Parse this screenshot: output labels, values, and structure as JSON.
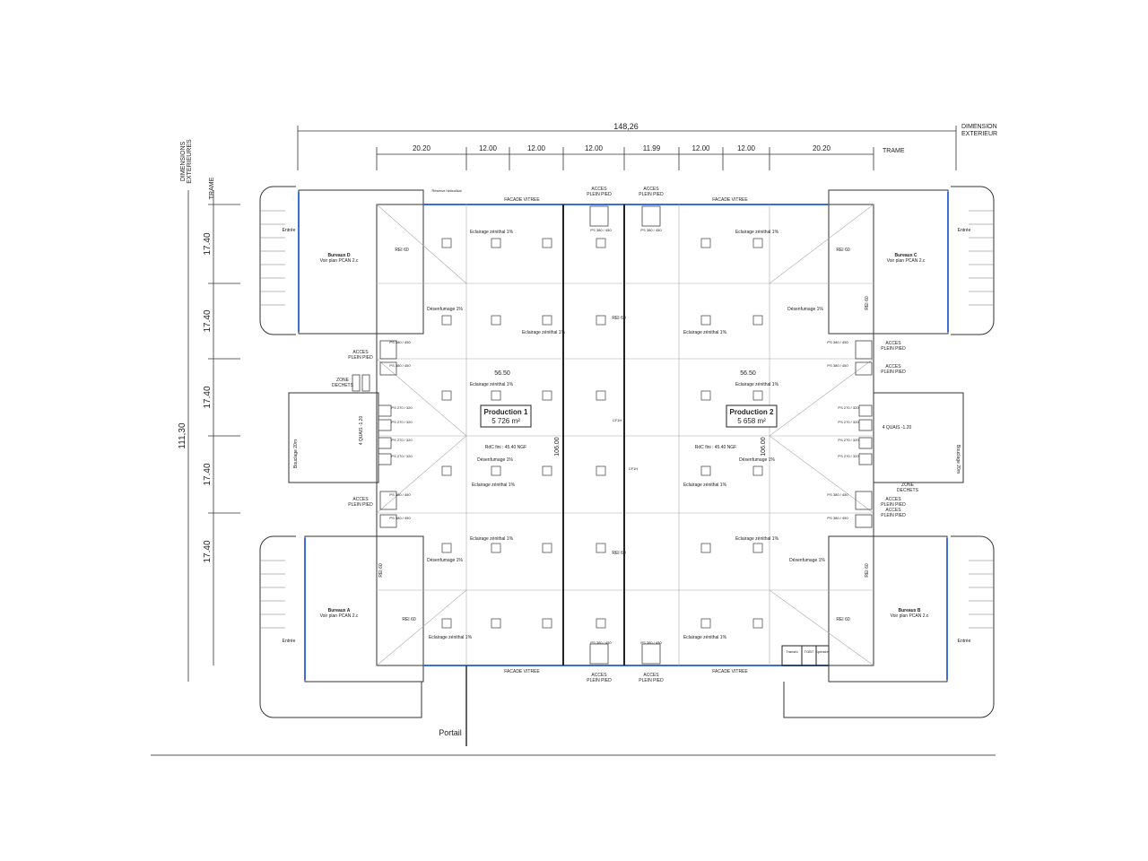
{
  "dims": {
    "overall_width": "148,26",
    "overall_label_1": "DIMENSION",
    "overall_label_2": "EXTERIEUR",
    "trame_label": "TRAME",
    "grid_x": [
      "20.20",
      "12.00",
      "12.00",
      "12.00",
      "11.99",
      "12.00",
      "12.00",
      "20.20"
    ],
    "overall_height": "111,30",
    "left_label_1": "DIMENSIONS",
    "left_label_2": "EXTERIEURES",
    "left_trame": "TRAME",
    "grid_y": [
      "17.40",
      "17.40",
      "17.40",
      "17.40",
      "17.40"
    ],
    "inner_width_left": "56.50",
    "inner_width_right": "56.50",
    "inner_height_left": "106.00",
    "inner_height_right": "106.00"
  },
  "offices": {
    "a": {
      "title": "Bureaux A",
      "sub": "Voir plan PCAN 2.c"
    },
    "b": {
      "title": "Bureaux B",
      "sub": "Voir plan PCAN 2.c"
    },
    "c": {
      "title": "Bureaux C",
      "sub": "Voir plan PCAN 2.c"
    },
    "d": {
      "title": "Bureaux D",
      "sub": "Voir plan PCAN 2.c"
    }
  },
  "production": {
    "p1_title": "Production 1",
    "p1_area": "5 726 m²",
    "p2_title": "Production 2",
    "p2_area": "5 658 m²",
    "rdc": "RdC fini : 45.40 NGF"
  },
  "labels": {
    "facade": "FACADE VITREE",
    "acces": "ACCES",
    "plein_pied": "PLEIN PIED",
    "eclairage": "Eclairage zénithal 1%",
    "desenfumage": "Désenfumage 1%",
    "rei": "REI 60",
    "ps_380": "PS 380 / 450",
    "ps_270": "PS 270 / 320",
    "quais": "4 QUAIS -1.20",
    "zone": "ZONE",
    "dechets": "DECHETS",
    "bouclage": "Bouclage 20m",
    "entree": "Entrée",
    "portail": "Portail",
    "cfh": "CF1H",
    "transfo": "Transfo",
    "tgbt": "TGBT",
    "sprinkler": "Sprinkler",
    "reserve": "Réserve hélicoïdal"
  }
}
